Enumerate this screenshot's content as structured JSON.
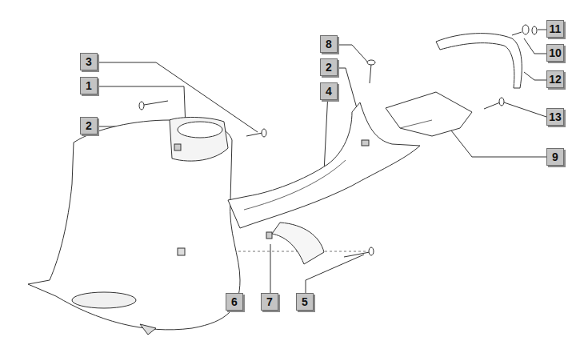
{
  "diagram": {
    "labels": [
      "3",
      "1",
      "2",
      "8",
      "2",
      "4",
      "11",
      "10",
      "12",
      "13",
      "9",
      "6",
      "7",
      "5"
    ]
  }
}
